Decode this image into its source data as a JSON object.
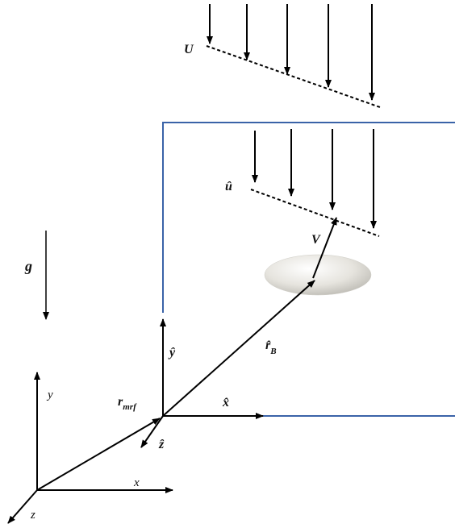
{
  "labels": {
    "free_stream_velocity": "U",
    "local_velocity": "û",
    "body_velocity": "V",
    "gravity": "g",
    "body_position": "r̂",
    "body_position_sub": "B",
    "frame_position": "r",
    "frame_position_sub": "mrf",
    "moving_x": "x̂",
    "moving_y": "ŷ",
    "moving_z": "ẑ",
    "inertial_x": "x",
    "inertial_y": "y",
    "inertial_z": "z"
  },
  "colors": {
    "domain_boundary": "#3a63a8",
    "arrow": "#000000",
    "body_fill": "#e8e6e0"
  }
}
